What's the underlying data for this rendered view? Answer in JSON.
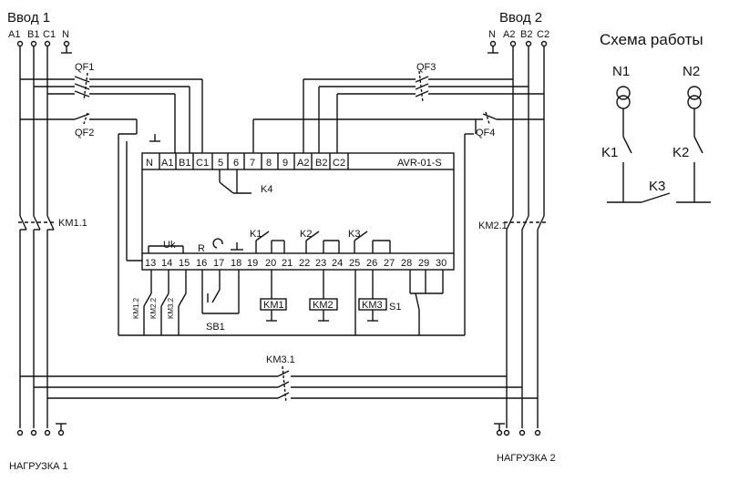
{
  "input1": {
    "title": "Ввод 1",
    "phases": [
      "A1",
      "B1",
      "C1",
      "N"
    ]
  },
  "input2": {
    "title": "Ввод 2",
    "phases": [
      "N",
      "A2",
      "B2",
      "C2"
    ]
  },
  "breakers": {
    "qf1": "QF1",
    "qf2": "QF2",
    "qf3": "QF3",
    "qf4": "QF4"
  },
  "contactors": {
    "km11": "KM1.1",
    "km21": "KM2.1",
    "km31": "KM3.1"
  },
  "loads": {
    "load1": "НАГРУЗКА 1",
    "load2": "НАГРУЗКА 2"
  },
  "device": {
    "model": "AVR-01-S",
    "top_terminals": [
      "N",
      "A1",
      "B1",
      "C1",
      "5",
      "6",
      "7",
      "8",
      "9",
      "A2",
      "B2",
      "C2"
    ],
    "bottom_terminals": [
      "13",
      "14",
      "15",
      "16",
      "17",
      "18",
      "19",
      "20",
      "21",
      "22",
      "23",
      "24",
      "25",
      "26",
      "27",
      "28",
      "29",
      "30"
    ],
    "k4": "K4",
    "k1": "K1",
    "k2": "K2",
    "k3": "K3",
    "uk": "Uk",
    "r": "R",
    "coil1": "KM1",
    "coil2": "KM2",
    "coil3": "KM3",
    "s1": "S1",
    "sb1": "SB1",
    "aux": [
      "KM1.2",
      "KM2.2",
      "KM3.2"
    ]
  },
  "scheme": {
    "title": "Схема работы",
    "n1": "N1",
    "n2": "N2",
    "k1": "K1",
    "k2": "K2",
    "k3": "K3"
  }
}
